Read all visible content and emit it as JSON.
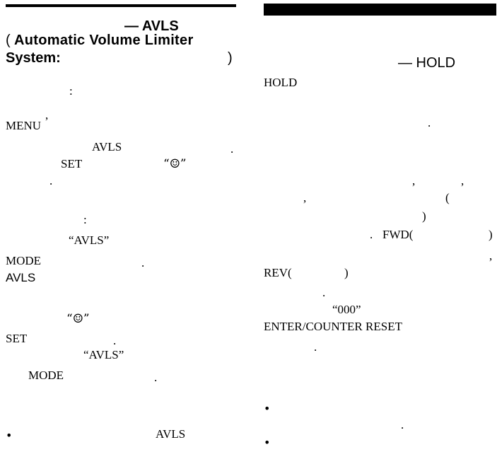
{
  "left": {
    "heading_dash": "— AVLS",
    "heading_paren": "(",
    "heading_line1": "Automatic Volume Limiter",
    "heading_line2": "System:",
    "heading_close": ")",
    "colon1": ":",
    "comma1": ",",
    "menu": "MENU",
    "avls1": "AVLS",
    "period1": ".",
    "set1": "SET",
    "smiley_quote1": "“☺”",
    "period2": ".",
    "colon2": ":",
    "avls_quoted1": "“AVLS”",
    "mode1": "MODE",
    "period3": ".",
    "subheading_avls": "AVLS",
    "smiley_quote2": "“☺”",
    "set2": "SET",
    "period4": ".",
    "avls_quoted2": "“AVLS”",
    "mode2": "MODE",
    "period5": ".",
    "bullet": "•",
    "avls_bottom": "AVLS"
  },
  "right": {
    "heading_hold": "— HOLD",
    "hold": "HOLD",
    "period1": ".",
    "comma_a": ",",
    "comma_b": ",",
    "comma_c": ",",
    "paren_open": "(",
    "paren_close": ")",
    "period_fwd": ".",
    "fwd": "FWD(",
    "fwd_close": ")",
    "comma_d": ",",
    "rev": "REV(",
    "rev_close": ")",
    "period2": ".",
    "counter_value": "“000”",
    "enter_reset": "ENTER/COUNTER RESET",
    "period3": ".",
    "bullet1": "•",
    "period4": ".",
    "bullet2": "•"
  }
}
